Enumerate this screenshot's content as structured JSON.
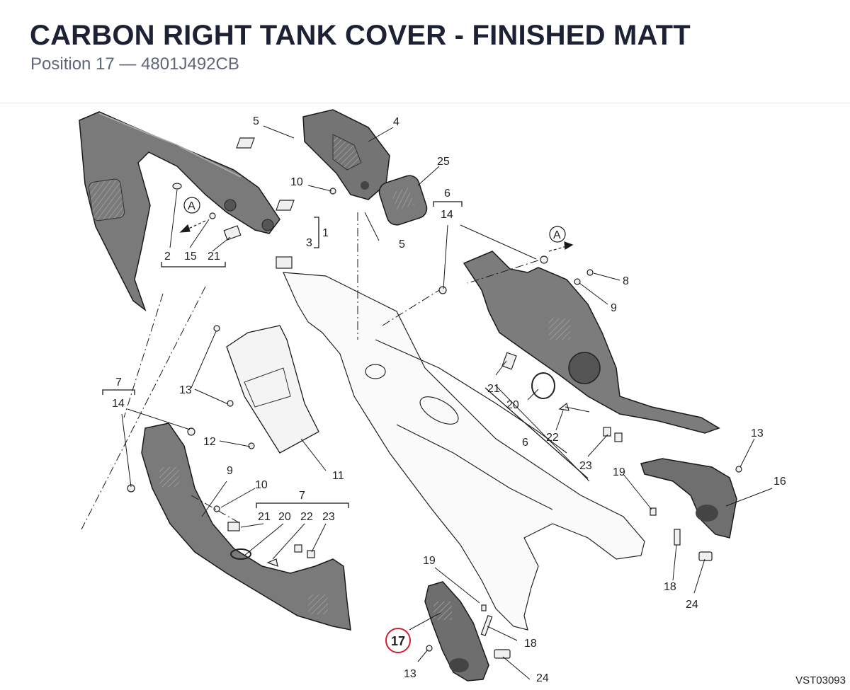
{
  "header": {
    "title": "CARBON RIGHT TANK COVER - FINISHED MATT",
    "subtitle": "Position 17 — 4801J492CB"
  },
  "diagram": {
    "drawing_code": "VST03093",
    "highlighted_part": "17",
    "callouts": [
      "5",
      "4",
      "25",
      "10",
      "6",
      "14",
      "1",
      "3",
      "2",
      "15",
      "21",
      "A",
      "5",
      "A",
      "8",
      "9",
      "13",
      "7",
      "14",
      "12",
      "11",
      "9",
      "10",
      "7",
      "21",
      "20",
      "22",
      "23",
      "21",
      "20",
      "22",
      "6",
      "23",
      "19",
      "13",
      "16",
      "19",
      "18",
      "24",
      "18",
      "13",
      "24"
    ],
    "colors": {
      "part_fill": "#7c7c7c",
      "part_dark": "#555555",
      "line": "#1a1a1a",
      "highlight": "#d1202f"
    }
  }
}
